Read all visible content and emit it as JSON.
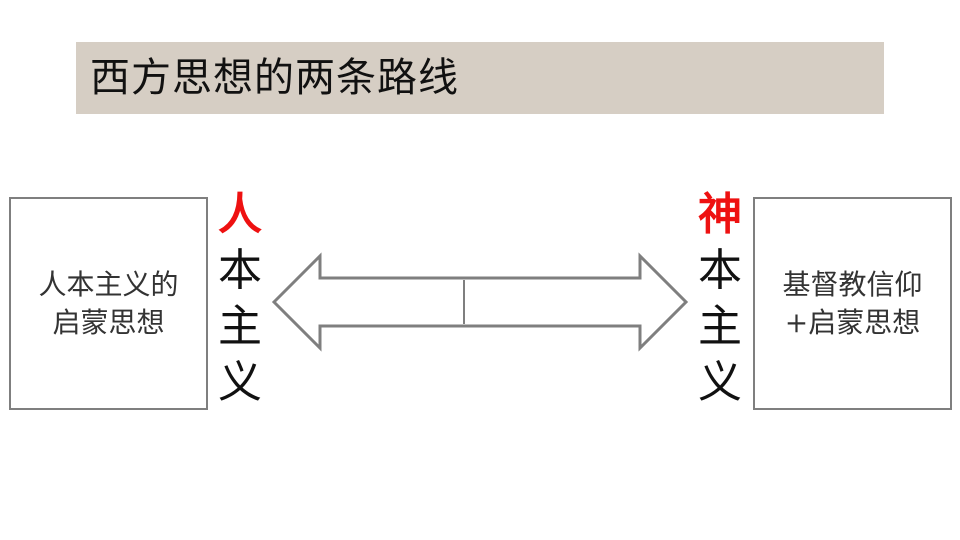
{
  "title": "西方思想的两条路线",
  "left_box": {
    "text": "人本主义的\n启蒙思想"
  },
  "left_label": {
    "first": "人",
    "rest": [
      "本",
      "主",
      "义"
    ]
  },
  "right_label": {
    "first": "神",
    "rest": [
      "本",
      "主",
      "义"
    ]
  },
  "right_box": {
    "text": "基督教信仰\n+启蒙思想"
  },
  "colors": {
    "title_bg": "#d6cec4",
    "accent": "#ee1111",
    "border": "#7f7f7f"
  },
  "icons": {
    "connector": "double-headed-arrow-icon"
  }
}
